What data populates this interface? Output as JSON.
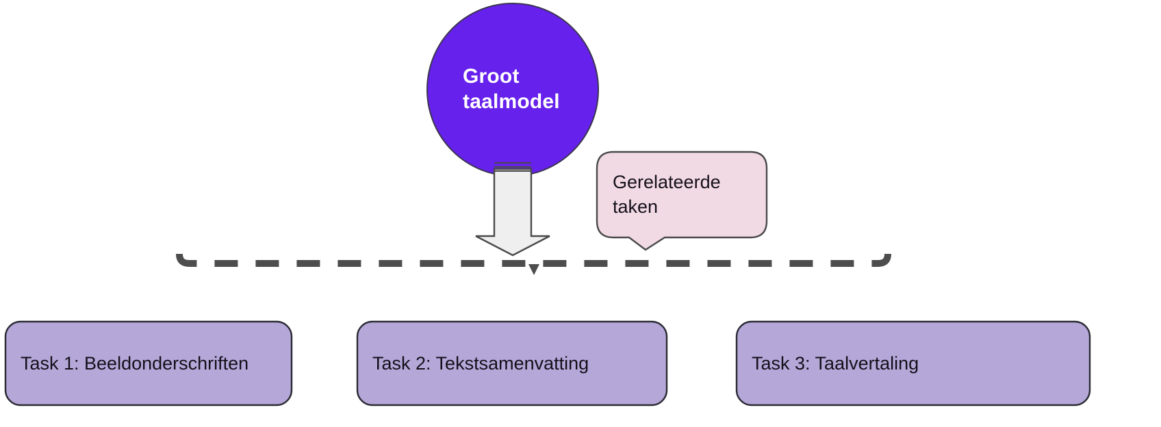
{
  "diagram": {
    "title_node": {
      "name": "model-node",
      "line1": "Groot",
      "line2": "taalmodel",
      "fill": "#6721ec",
      "text_color": "#ffffff",
      "shape": "circle"
    },
    "callout": {
      "name": "related-tasks-callout",
      "line1": "Gerelateerde",
      "line2": "taken",
      "fill": "#f2dae4",
      "stroke": "#4a4a4a",
      "text_color": "#14101a"
    },
    "connector": {
      "name": "down-arrow",
      "style": "block-arrow",
      "fill": "#efefef",
      "stroke": "#4a4a4a"
    },
    "bracket": {
      "name": "dashed-bracket",
      "style": "dashed",
      "color": "#4d4d4d"
    },
    "tasks": [
      {
        "label": "Task 1: Beeldonderschriften",
        "fill": "#b5a8d9",
        "stroke": "#2a2a33"
      },
      {
        "label": "Task 2: Tekstsamenvatting",
        "fill": "#b5a8d9",
        "stroke": "#2a2a33"
      },
      {
        "label": "Task 3: Taalvertaling",
        "fill": "#b5a8d9",
        "stroke": "#2a2a33"
      }
    ],
    "background": "#ffffff"
  }
}
